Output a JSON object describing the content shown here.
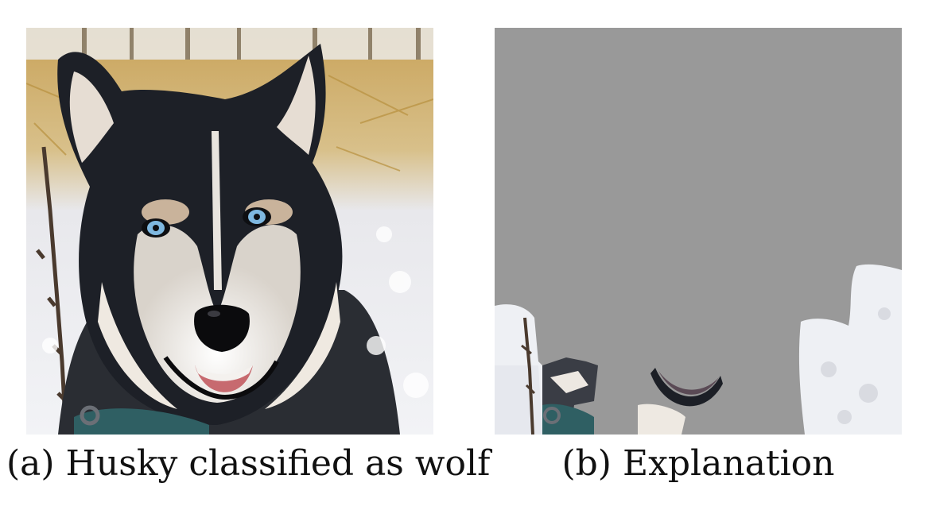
{
  "figure": {
    "panels": [
      {
        "caption": "(a) Husky classified as wolf",
        "image": "husky-photo",
        "colors": {
          "snow": "#eef0f4",
          "straw": "#c8a45a",
          "fur_dark": "#1c1f26",
          "fur_light": "#f3efe9",
          "eye": "#7fb8e0"
        }
      },
      {
        "caption": "(b) Explanation",
        "image": "explanation-mask",
        "colors": {
          "mask": "#999999",
          "snow": "#eef0f4"
        }
      }
    ]
  }
}
